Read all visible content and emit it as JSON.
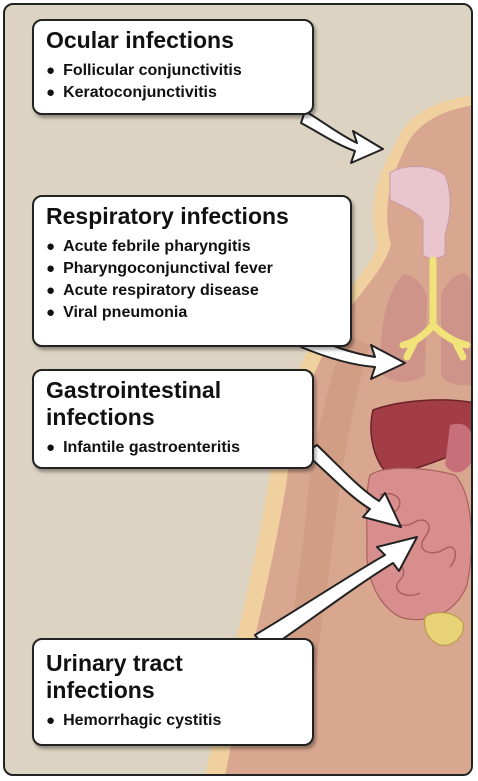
{
  "callouts": {
    "ocular": {
      "title": "Ocular infections",
      "items": [
        "Follicular conjunctivitis",
        "Keratoconjunctivitis"
      ]
    },
    "respiratory": {
      "title": "Respiratory infections",
      "items": [
        "Acute febrile pharyngitis",
        "Pharyngoconjunctival fever",
        "Acute respiratory disease",
        "Viral pneumonia"
      ]
    },
    "gastrointestinal": {
      "title_line1": "Gastrointestinal",
      "title_line2": "infections",
      "items": [
        "Infantile gastroenteritis"
      ]
    },
    "urinary": {
      "title_line1": "Urinary tract",
      "title_line2": "infections",
      "items": [
        "Hemorrhagic cystitis"
      ]
    }
  },
  "colors": {
    "background": "#ddd3c2",
    "skin": "#d9a78f",
    "skin_glow": "#f2cf98",
    "airway": "#e9c6cd",
    "bronchi": "#f1e27a",
    "liver": "#a23c45",
    "intestine": "#d88e8c"
  }
}
